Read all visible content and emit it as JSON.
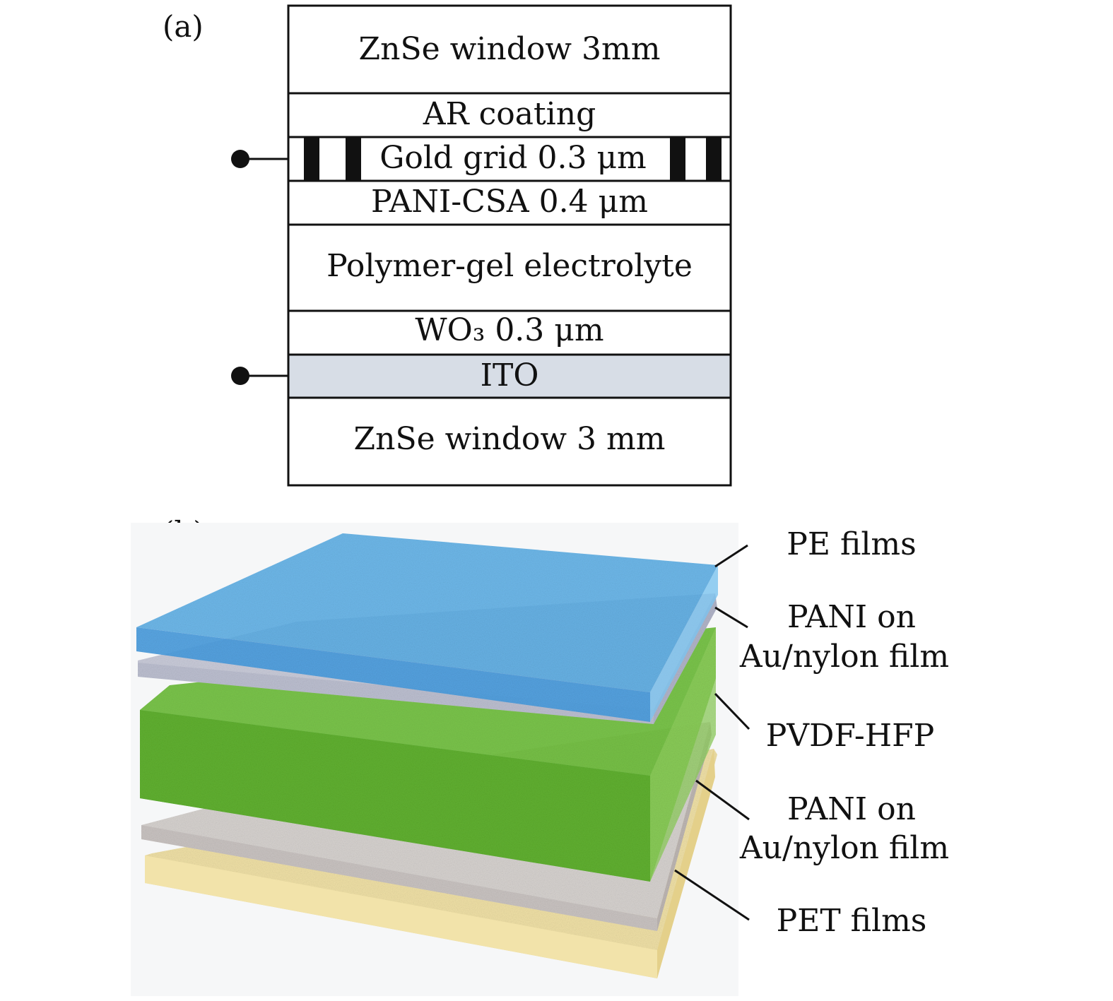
{
  "panel_a": {
    "label": "(a)",
    "layers": [
      {
        "text": "ZnSe window 3mm"
      },
      {
        "text": "AR coating"
      },
      {
        "text": "Gold grid 0.3 μm"
      },
      {
        "text": "PANI-CSA 0.4 μm"
      },
      {
        "text": "Polymer-gel electrolyte"
      },
      {
        "text": "WO₃ 0.3 μm"
      },
      {
        "text": "ITO"
      },
      {
        "text": "ZnSe window 3 mm"
      }
    ],
    "colors": {
      "ito_fill": "#d7dde6",
      "border": "#111111",
      "grid_bar": "#111111"
    }
  },
  "panel_b": {
    "label": "(b)",
    "labels": {
      "pe": "PE films",
      "pani_top_1": "PANI on",
      "pani_top_2": "Au/nylon film",
      "pvdf": "PVDF-HFP",
      "pani_bottom_1": "PANI on",
      "pani_bottom_2": "Au/nylon film",
      "pet": "PET films"
    },
    "colors": {
      "pe": "#5aaee6",
      "pani_top": "#c9cbd9",
      "pvdf": "#6fbf3b",
      "pani_bottom": "#cfcac8",
      "pet": "#efe0a6"
    }
  }
}
